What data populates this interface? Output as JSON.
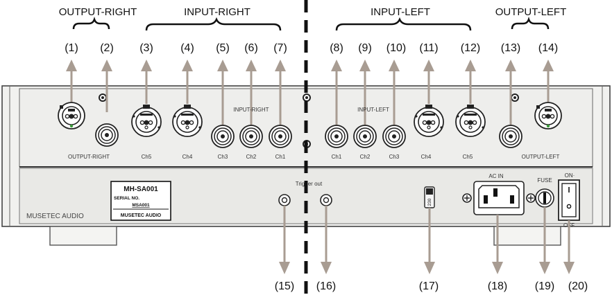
{
  "headers": {
    "output_right": "OUTPUT-RIGHT",
    "input_right": "INPUT-RIGHT",
    "input_left": "INPUT-LEFT",
    "output_left": "OUTPUT-LEFT"
  },
  "callouts_top": [
    "(1)",
    "(2)",
    "(3)",
    "(4)",
    "(5)",
    "(6)",
    "(7)",
    "(8)",
    "(9)",
    "(10)",
    "(11)",
    "(12)",
    "(13)",
    "(14)"
  ],
  "callouts_bottom": [
    "(15)",
    "(16)",
    "(17)",
    "(18)",
    "(19)",
    "(20)"
  ],
  "panel": {
    "output_right": "OUTPUT-RIGHT",
    "output_left": "OUTPUT-LEFT",
    "input_right": "INPUT-RIGHT",
    "input_left": "INPUT-LEFT",
    "channels_right": [
      "Ch5",
      "Ch4",
      "Ch3",
      "Ch2",
      "Ch1"
    ],
    "channels_left": [
      "Ch1",
      "Ch2",
      "Ch3",
      "Ch4",
      "Ch5"
    ],
    "trigger_out": "Trigger out",
    "ac_in": "AC IN",
    "fuse": "FUSE",
    "switch_on": "ON·",
    "switch_off": "OFF",
    "voltage": "230",
    "brand": "MUSETEC AUDIO"
  },
  "label_plate": {
    "model": "MH-SA001",
    "serial_label": "SERIAL NO.",
    "serial_value": "MSA001",
    "brand": "MUSETEC AUDIO"
  },
  "colors": {
    "arrow": "#a89c92",
    "chassis_top": "#f1f1ef",
    "chassis_bottom": "#e9e9e6",
    "divider": "#111111"
  }
}
